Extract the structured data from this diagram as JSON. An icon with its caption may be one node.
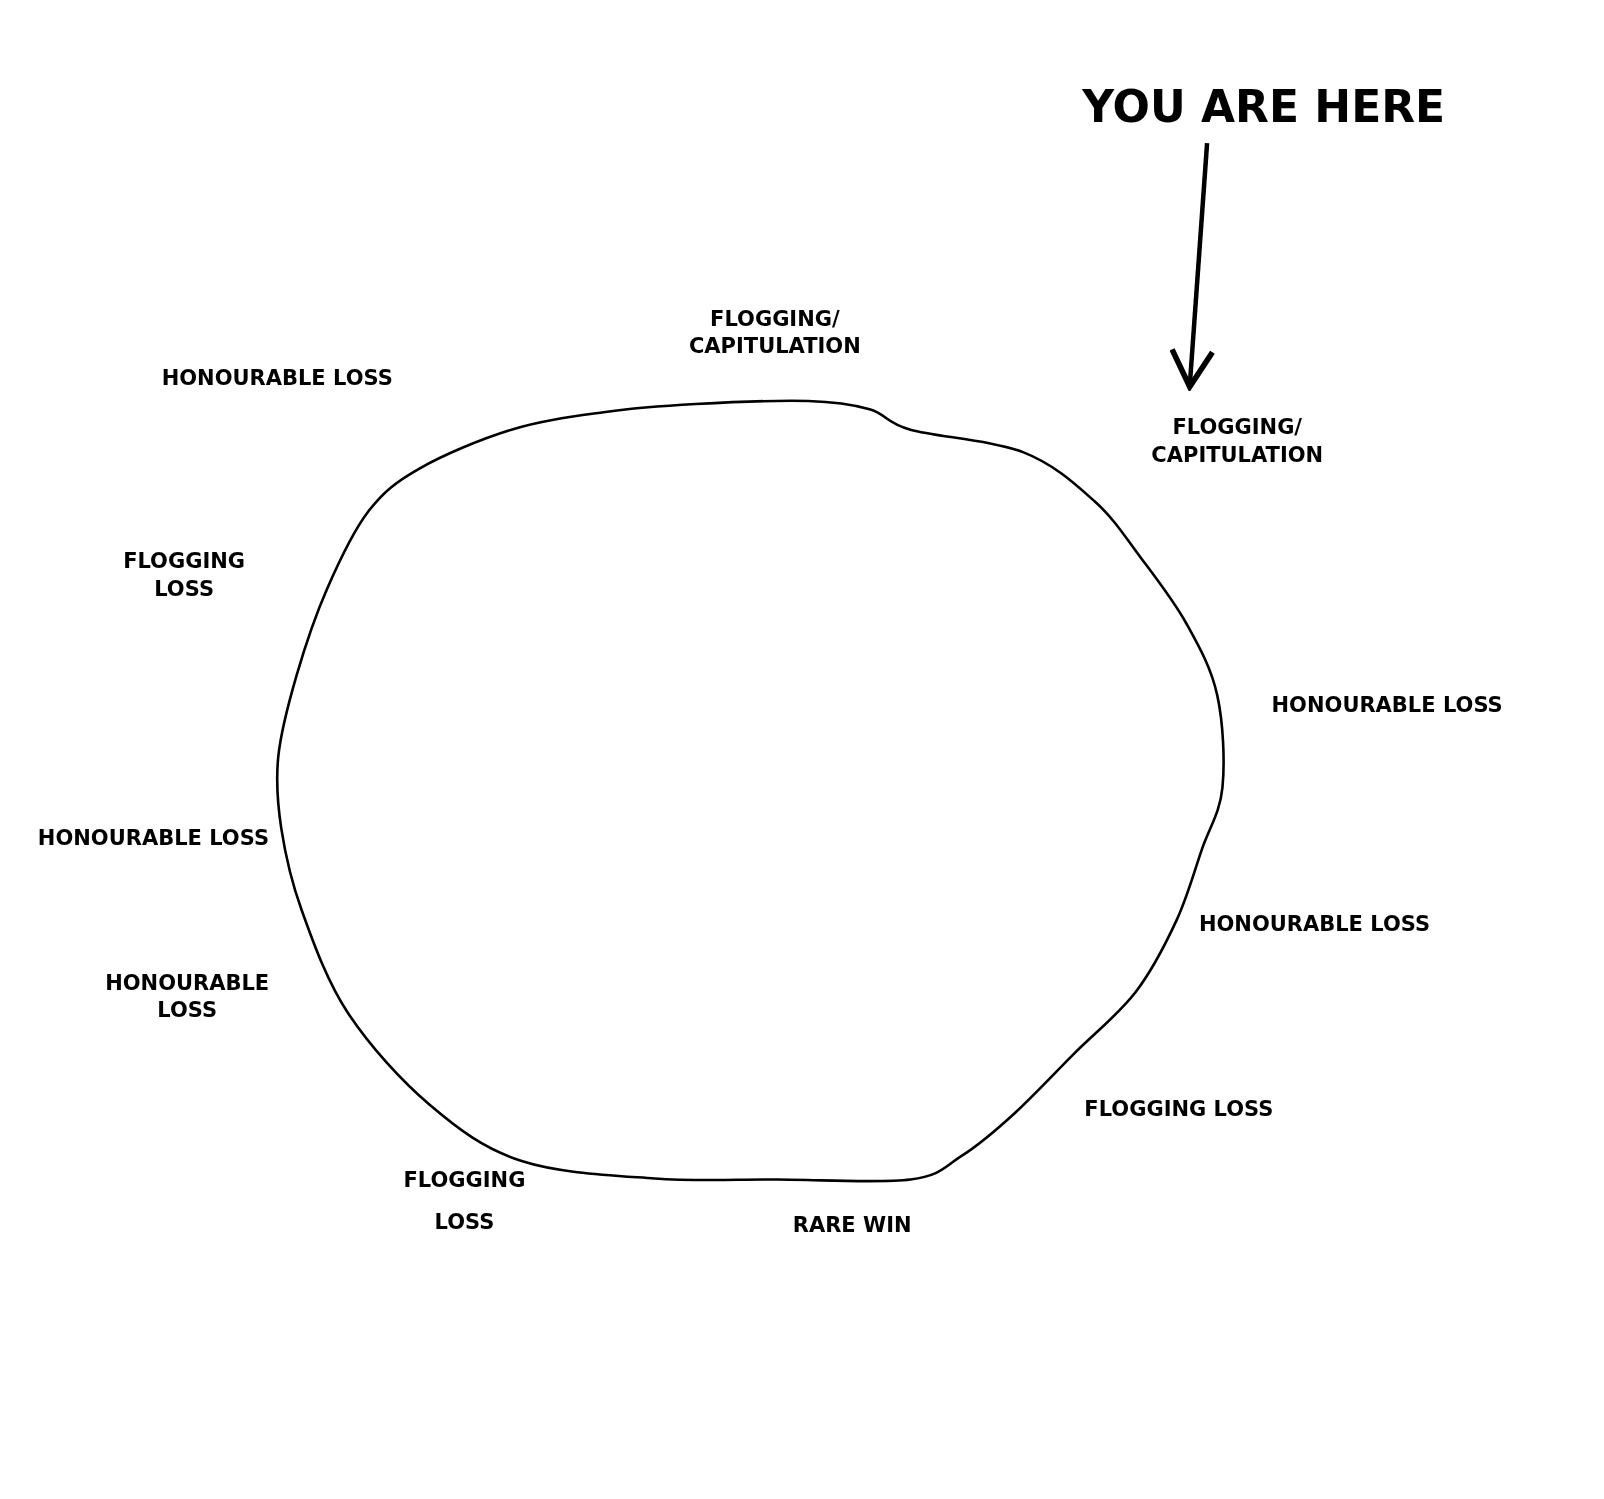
{
  "diagram": {
    "nodes": [
      {
        "text": [
          "YOU ARE HERE"
        ]
      },
      {
        "text": [
          "FLOGGING/ CAPITULATION"
        ]
      }
    ],
    "edges": [
      {
        "from": 0,
        "to": 1,
        "arrow": "to"
      }
    ],
    "labels": [
      "FLOGGING/ CAPITULATION",
      "HONOURABLE LOSS",
      "FLOGGING LOSS",
      "HONOURABLE LOSS",
      "HONOURABLE LOSS",
      "HONOURABLE LOSS",
      "HONOURABLE LOSS",
      "FLOGGING LOSS",
      "FLOGGING LOSS",
      "RARE WIN"
    ]
  }
}
